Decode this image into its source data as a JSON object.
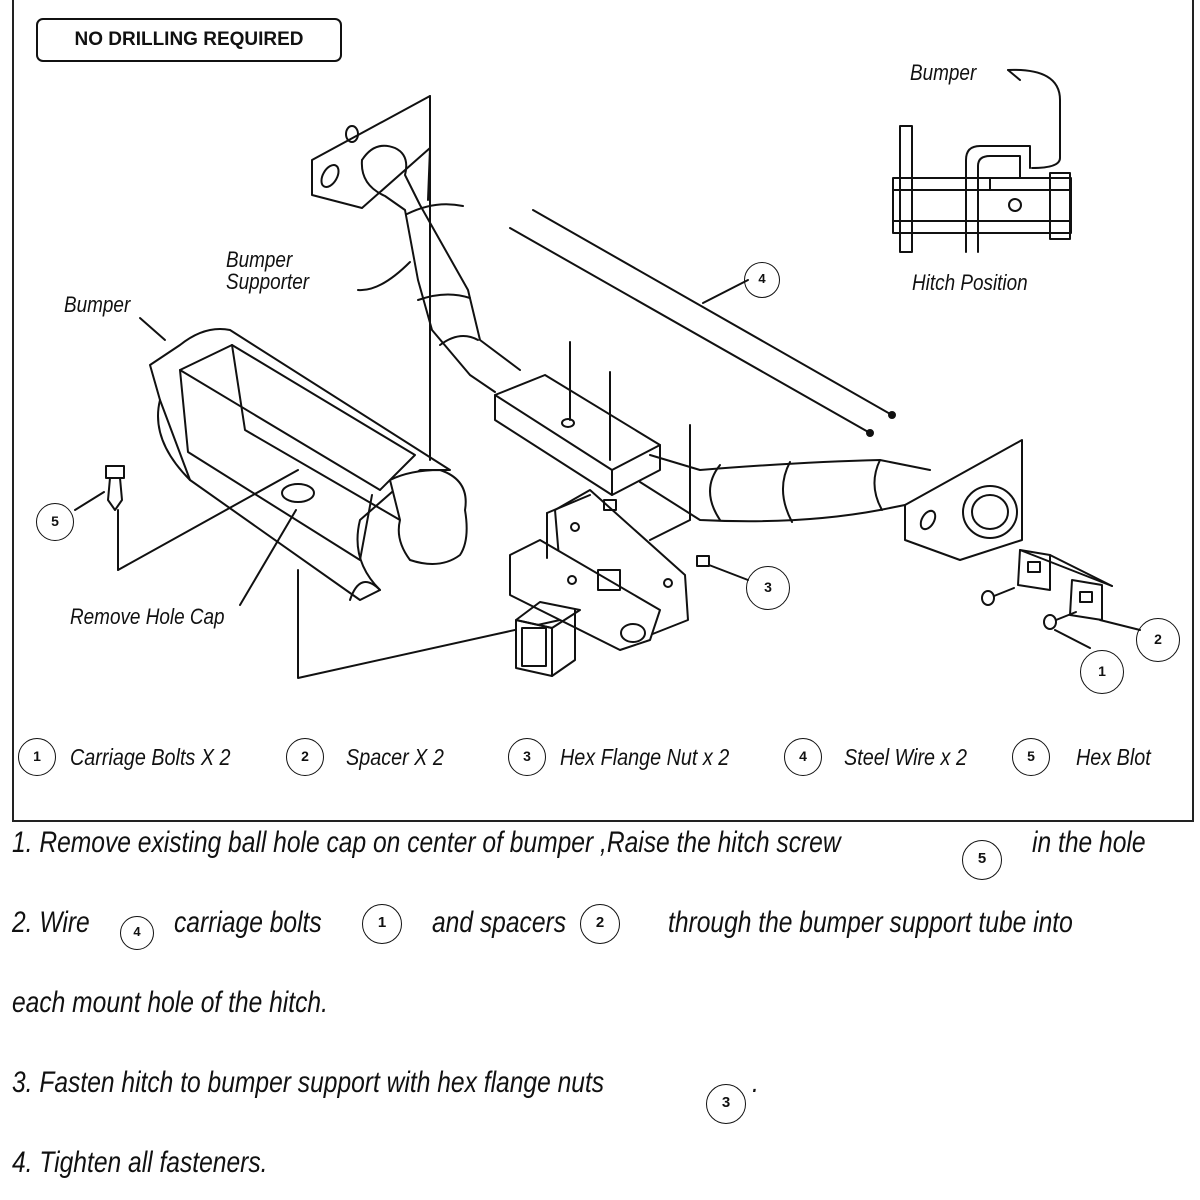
{
  "badge": "NO DRILLING REQUIRED",
  "labels": {
    "bumper_top": "Bumper",
    "hitch_position": "Hitch Position",
    "bumper_supporter_1": "Bumper",
    "bumper_supporter_2": "Supporter",
    "bumper_left": "Bumper",
    "remove_hole_cap": "Remove Hole Cap"
  },
  "callouts": [
    "4",
    "5",
    "3",
    "2",
    "1"
  ],
  "legend": [
    {
      "num": "1",
      "text": "Carriage Bolts  X 2"
    },
    {
      "num": "2",
      "text": "Spacer  X  2"
    },
    {
      "num": "3",
      "text": "Hex Flange Nut  x 2"
    },
    {
      "num": "4",
      "text": "Steel Wire x 2"
    },
    {
      "num": "5",
      "text": "Hex Blot"
    }
  ],
  "steps": {
    "s1a": "1.  Remove existing ball hole cap on center of bumper ,Raise the hitch  screw",
    "s1n": "5",
    "s1b": "in the hole",
    "s2a": "2.  Wire",
    "s2n1": "4",
    "s2b": "carriage bolts",
    "s2n2": "1",
    "s2c": "and spacers",
    "s2n3": "2",
    "s2d": "through the bumper support tube into",
    "s2e": "each mount hole of the hitch.",
    "s3a": "3.  Fasten hitch to bumper support with hex flange nuts",
    "s3n": "3",
    "s3b": ".",
    "s4": "4.  Tighten all fasteners."
  }
}
